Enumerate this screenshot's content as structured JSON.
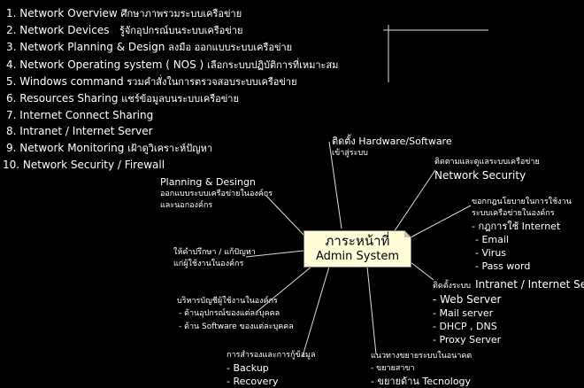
{
  "topics": [
    {
      "num": "1.",
      "en": "Network Overview",
      "th": "ศึกษาภาพรวมระบบเครือข่าย"
    },
    {
      "num": "2.",
      "en": "Network Devices",
      "th": "รู้จักอุปกรณ์บนระบบเครือข่าย"
    },
    {
      "num": "3.",
      "en": "Network Planning & Design",
      "th": "ลงมือ ออกแบบระบบเครือข่าย"
    },
    {
      "num": "4.",
      "en": "Network Operating system ( NOS )",
      "th": "เลือกระบบปฏิบัติการที่เหมาะสม"
    },
    {
      "num": "5.",
      "en": "Windows command",
      "th": "รวมคำสั่งในการตรวจสอบระบบเครือข่าย"
    },
    {
      "num": "6.",
      "en": "Resources  Sharing",
      "th": "แชร์ข้อมูลบนระบบเครือข่าย"
    },
    {
      "num": "7.",
      "en": "Internet Connect Sharing",
      "th": ""
    },
    {
      "num": "8.",
      "en": "Intranet / Internet Server",
      "th": ""
    },
    {
      "num": "9.",
      "en": "Network Monitoring",
      "th": "เฝ้าดูวิเคราะห์ปัญหา"
    },
    {
      "num": "10.",
      "en": "Network Security / Firewall",
      "th": ""
    }
  ],
  "center": {
    "th": "ภาระหน้าที่",
    "en": "Admin System"
  },
  "branches": {
    "hardware": {
      "line1": "ติดตั้ง Hardware/Software",
      "line2": "เข้าสู่ระบบ"
    },
    "security": {
      "th": "ติดตามและดูแลระบบเครือข่าย",
      "en": "Network Security"
    },
    "planning": {
      "title": "Planning & Desingn",
      "line1": "ออกแบบระบบเครือข่ายในองค์กร",
      "line2": "และนอกองค์กร"
    },
    "policy": {
      "line1": "ขอกกฎนโยบายในการใช้งาน",
      "line2": "ระบบเครือข่ายในองค์กร",
      "items": [
        "- กฎการใช้ Internet",
        "- Email",
        "- Virus",
        "- Pass word"
      ]
    },
    "advice": {
      "line1": "ให้คำปรึกษา / แก้ปัญหา",
      "line2": "แก่ผู้ใช้งานในองค์กร"
    },
    "server": {
      "th": "ติดตั้งระบบ",
      "title": "Intranet / Internet Server",
      "sub": "- Web Server",
      "items": [
        "- Mail server",
        "- DHCP , DNS",
        "- Proxy Server"
      ]
    },
    "accounts": {
      "line1": "บริหารบัญชีผู้ใช้งานในองค์กร",
      "items": [
        "- ด้านอุปกรณ์ของแต่ละบุคคล",
        "- ด้าน Software ของแต่ละบุคคล"
      ]
    },
    "backup": {
      "line1": "การสำรองและการกู้ข้อมูล",
      "items": [
        "- Backup",
        "- Recovery"
      ]
    },
    "expand": {
      "line1": "แนวทางขยายระบบในอนาคต",
      "items": [
        "- ขยายสาขา",
        "- ขยายด้าน Tecnology"
      ]
    }
  }
}
